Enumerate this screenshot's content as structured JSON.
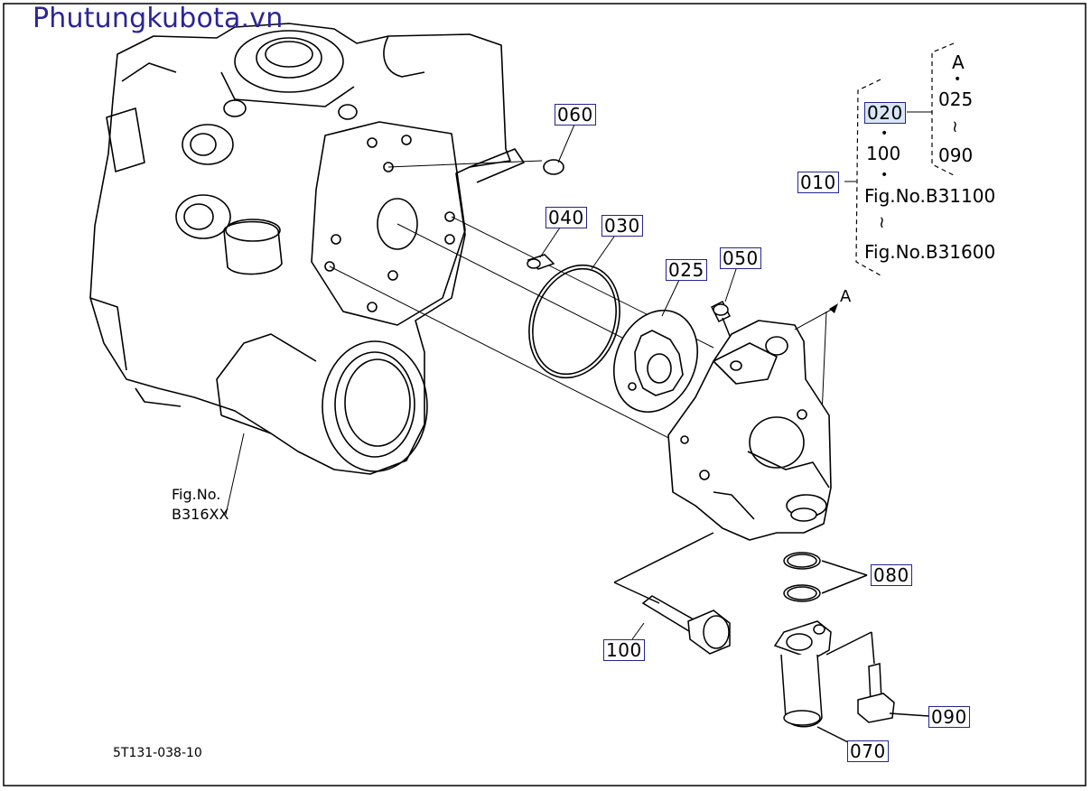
{
  "watermark": "Phutungkubota.vn",
  "drawing_code": "5T131-038-10",
  "fig_ref": {
    "line1": "Fig.No.",
    "line2": "B316XX"
  },
  "callouts": {
    "p060": "060",
    "p040": "040",
    "p030": "030",
    "p025": "025",
    "p050": "050",
    "p010": "010",
    "p020": "020",
    "p080": "080",
    "p100": "100",
    "p090": "090",
    "p070": "070"
  },
  "pointer_a": "A",
  "set_table": {
    "col_a_head": "A",
    "col_a_dot": "•",
    "col_a_first": "025",
    "col_a_tilde": "≀",
    "col_a_last": "090",
    "dot1": "•",
    "item_100": "100",
    "dot2": "•",
    "fig_first": "Fig.No.B31100",
    "tilde": "≀",
    "fig_last": "Fig.No.B31600"
  },
  "colors": {
    "line": "#000000",
    "callout_border": "#24248f",
    "highlight": "#d9e6f6",
    "watermark": "#2a2596"
  }
}
